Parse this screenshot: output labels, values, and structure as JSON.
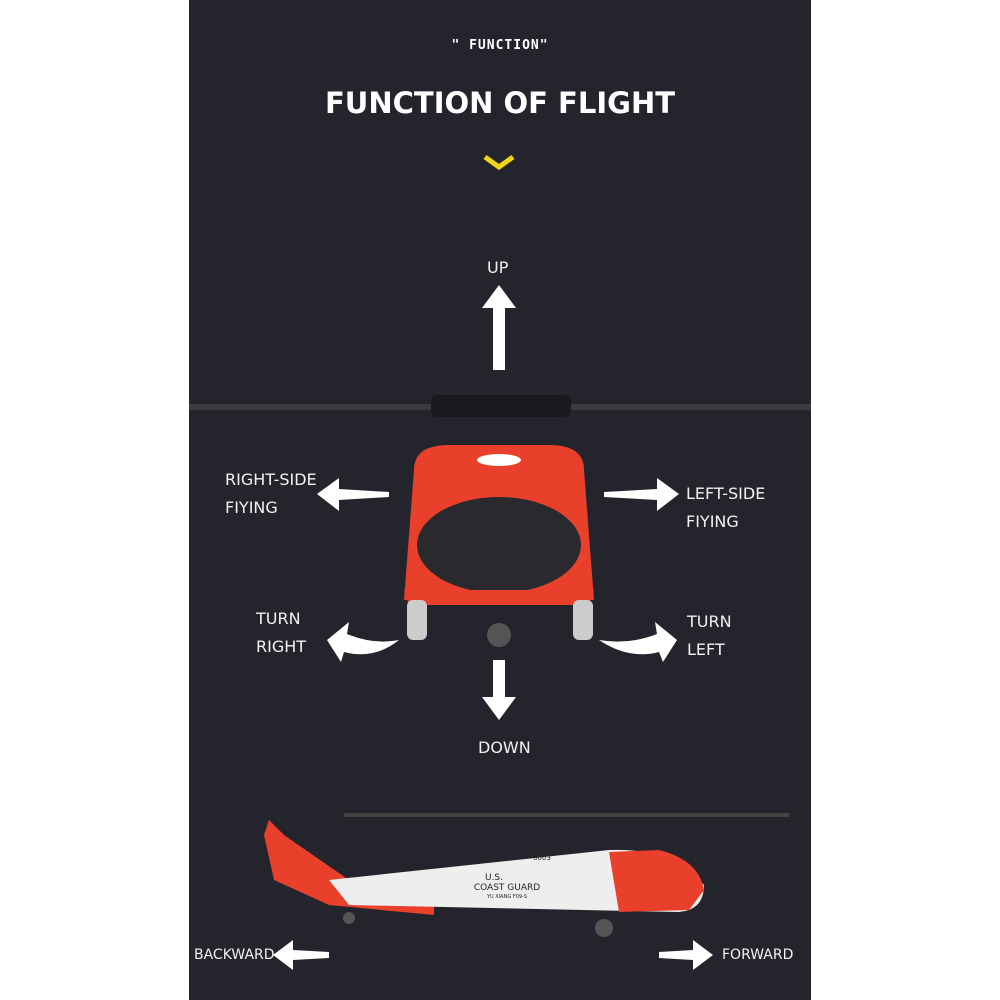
{
  "header": {
    "kicker": "\" FUNCTION\"",
    "title": "FUNCTION OF FLIGHT"
  },
  "colors": {
    "background": "#24242c",
    "accent": "#f2d31b",
    "helicopter_red": "#e8402a"
  },
  "labels": {
    "up": "UP",
    "down": "DOWN",
    "right_side_1": "RIGHT-SIDE",
    "right_side_2": "FIYING",
    "left_side_1": "LEFT-SIDE",
    "left_side_2": "FIYING",
    "turn_right_1": "TURN",
    "turn_right_2": "RIGHT",
    "turn_left_1": "TURN",
    "turn_left_2": "LEFT",
    "backward": "BACKWARD",
    "forward": "FORWARD"
  },
  "helicopter_markings": {
    "line1": "U.S.",
    "line2": "COAST GUARD",
    "model": "YU XIANG F09-S",
    "number": "6003"
  }
}
